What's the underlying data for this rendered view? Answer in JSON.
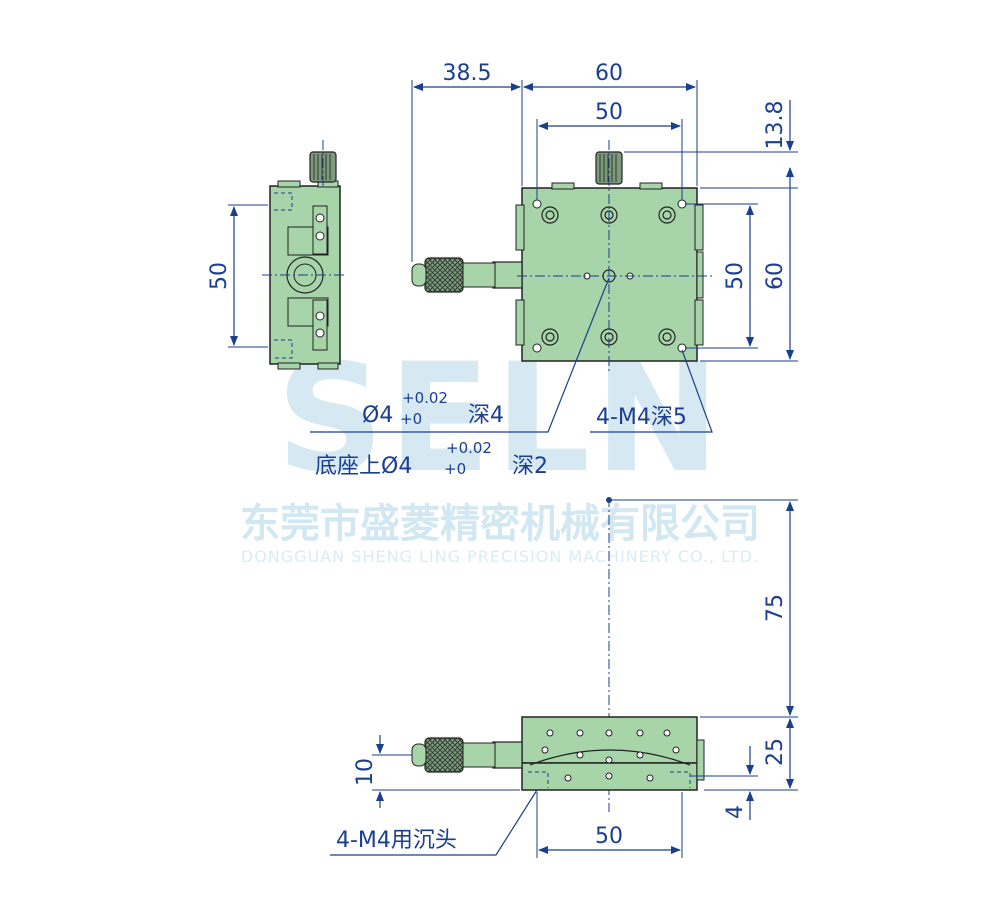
{
  "watermark": {
    "logo_text": "SELN",
    "company_cn": "东莞市盛菱精密机械有限公司",
    "company_en": "DONGGUAN SHENG LING PRECISION MACHINERY CO., LTD."
  },
  "dimensions": {
    "side_height": "50",
    "offset_left": "38.5",
    "top_width_outer": "60",
    "top_width_inner": "50",
    "knob_height": "13.8",
    "right_inner": "50",
    "right_outer": "60",
    "center_height": "75",
    "front_height": "25",
    "front_low": "10",
    "front_base": "4",
    "front_width": "50"
  },
  "notes": {
    "hole_top_main": "Ø4",
    "hole_top_tol_upper": "+0.02",
    "hole_top_tol_lower": "+0",
    "hole_top_depth": "深4",
    "hole_base_main": "底座上Ø4",
    "hole_base_tol_upper": "+0.02",
    "hole_base_tol_lower": "+0",
    "hole_base_depth": "深2",
    "tapped_holes": "4-M4深5",
    "counterbore": "4-M4用沉头"
  },
  "colors": {
    "dimension_line": "#1a3f8f",
    "body_fill": "#a7d4a8",
    "outline": "#222222",
    "watermark": "#cfe6f1"
  }
}
